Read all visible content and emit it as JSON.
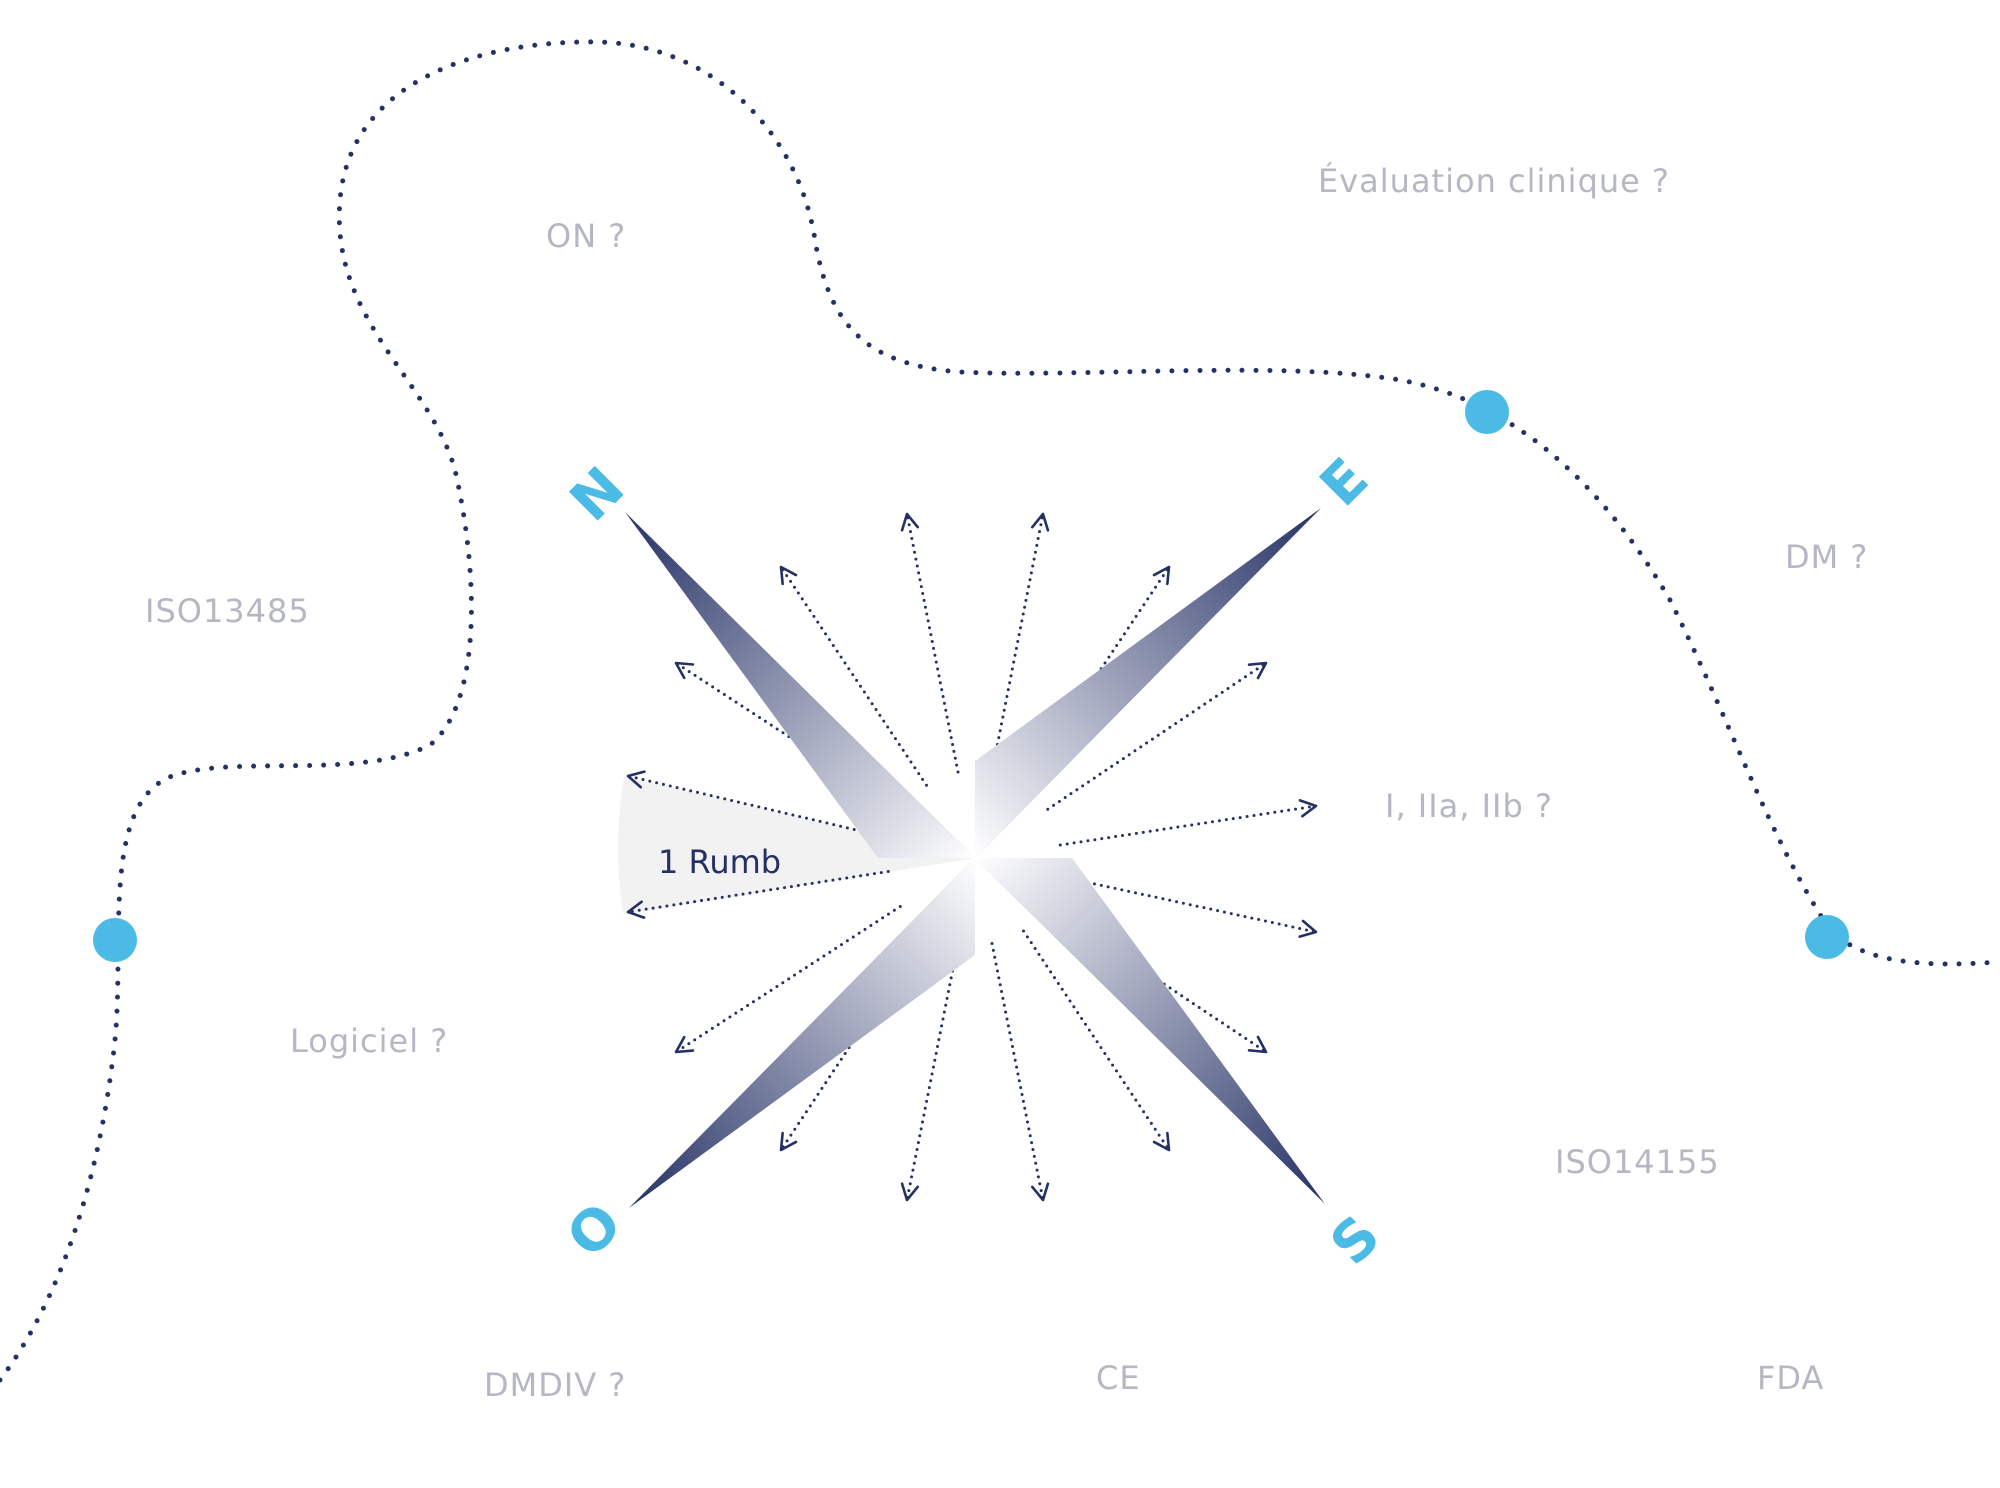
{
  "labels": {
    "on": "ON ?",
    "evaluation": "Évaluation clinique ?",
    "iso13485": "ISO13485",
    "dm": "DM ?",
    "classes": "I, IIa, IIb ?",
    "logiciel": "Logiciel ?",
    "iso14155": "ISO14155",
    "dmdiv": "DMDIV ?",
    "ce": "CE",
    "fda": "FDA"
  },
  "compass": {
    "north": "N",
    "east": "E",
    "south": "S",
    "west": "O",
    "rumb": "1 Rumb"
  },
  "colors": {
    "navy": "#253165",
    "accent": "#4bbbe6",
    "label_gray": "#b5b7c2",
    "rumb_fill": "#f2f2f2"
  }
}
